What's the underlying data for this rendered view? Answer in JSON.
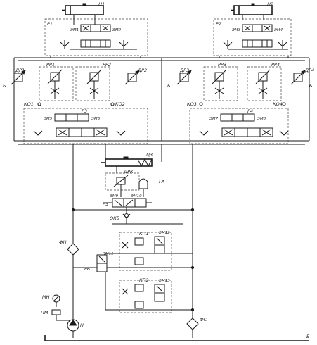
{
  "labels": {
    "c1": "Ц1",
    "c2": "Ц2",
    "c3": "Ц3",
    "p1": "Р1",
    "p2": "Р2",
    "p3": "Р3",
    "p4": "Р4",
    "p5": "Р5",
    "p6": "Р6",
    "em1": "ЭМ1",
    "em2": "ЭМ2",
    "em3": "ЭМ3",
    "em4": "ЭМ4",
    "em5": "ЭМ5",
    "em6": "ЭМ6",
    "em7": "ЭМ7",
    "em8": "ЭМ8",
    "em9": "ЭМ9",
    "em10": "ЭМ10",
    "em11": "ЭМ11",
    "em12": "ЭМ12",
    "em13": "ЭМ13",
    "dr1": "ДР1",
    "dr2": "ДР2",
    "dr3": "ДР3",
    "dr4": "ДР4",
    "drk": "ДРК",
    "rr1": "РР1",
    "rr2": "РР2",
    "rr3": "РР3",
    "rr4": "РР4",
    "ko1": "КО1",
    "ko2": "КО2",
    "ko3": "КО3",
    "ko4": "КО4",
    "ko5": "ОК5",
    "kp1": "КП1",
    "kp2": "КП2",
    "ga": "ГА",
    "fn": "ФН",
    "fs": "ФС",
    "mn": "МН",
    "pm": "ПМ",
    "n": "Н",
    "b": "Б"
  }
}
